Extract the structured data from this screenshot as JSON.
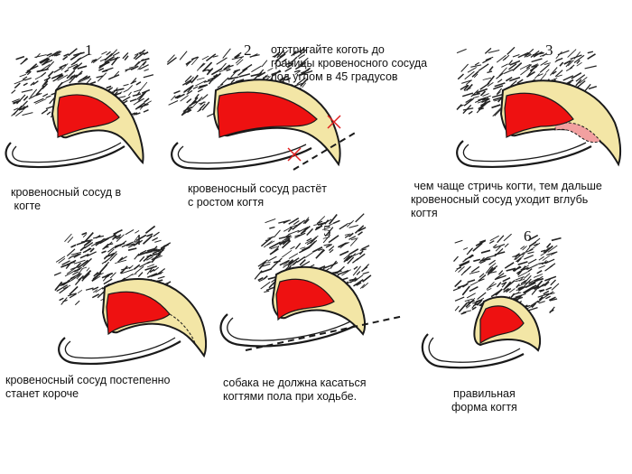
{
  "panels": [
    {
      "number": "1",
      "caption": "кровеносный сосуд в\n когте"
    },
    {
      "number": "2",
      "caption": "кровеносный сосуд растёт\nс ростом когтя",
      "note": "отстригайте коготь до\nграницы кровеносного сосуда\nпод углом в 45 градусов"
    },
    {
      "number": "3",
      "caption": " чем чаще стричь когти, тем дальше\nкровеносный сосуд уходит вглубь\nкогтя"
    },
    {
      "number": "4",
      "caption": "кровеносный сосуд постепенно\nстанет короче"
    },
    {
      "number": "5",
      "caption": "собака не должна касаться\nкогтями пола при ходьбе."
    },
    {
      "number": "6",
      "caption": "правильная\nформа когтя"
    }
  ],
  "colors": {
    "claw": "#f3e6a6",
    "vessel": "#ee1111",
    "outline": "#1a1a1a",
    "fur": "#222222",
    "quick_receded": "#f2a0a0"
  }
}
